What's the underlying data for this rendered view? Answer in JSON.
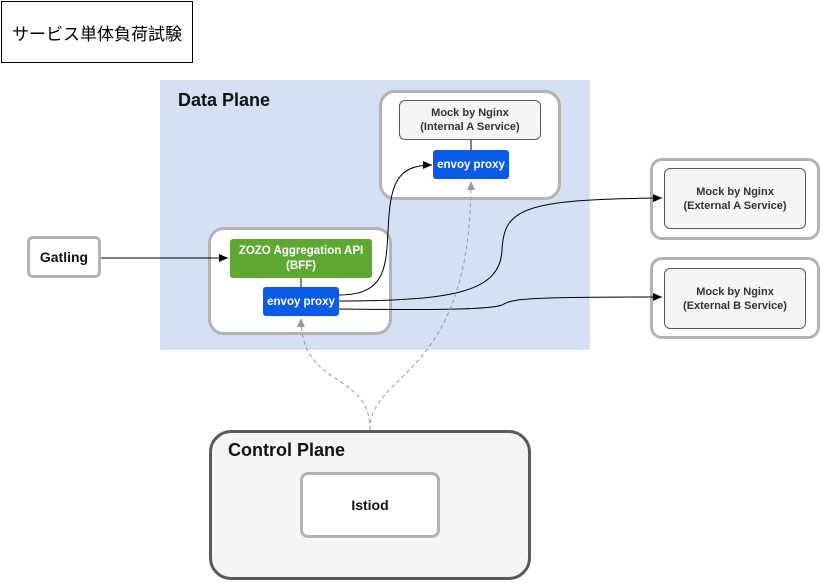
{
  "title": "サービス単体負荷試験",
  "data_plane": {
    "label": "Data Plane"
  },
  "control_plane": {
    "label": "Control Plane",
    "istiod": "Istiod"
  },
  "gatling": "Gatling",
  "bff": {
    "line1": "ZOZO Aggregation API",
    "line2": "(BFF)",
    "envoy": "envoy proxy"
  },
  "internal_a": {
    "line1": "Mock by Nginx",
    "line2": "(Internal A Service)",
    "envoy": "envoy proxy"
  },
  "external_a": {
    "line1": "Mock by Nginx",
    "line2": "(External A Service)"
  },
  "external_b": {
    "line1": "Mock by Nginx",
    "line2": "(External B Service)"
  },
  "colors": {
    "data_plane_bg": "#d4e0f3",
    "envoy_blue": "#0a5ae8",
    "bff_green": "#5ea832",
    "control_plane_border": "#595959",
    "container_border": "#b3b3b3",
    "dashed_edge": "#999999"
  }
}
